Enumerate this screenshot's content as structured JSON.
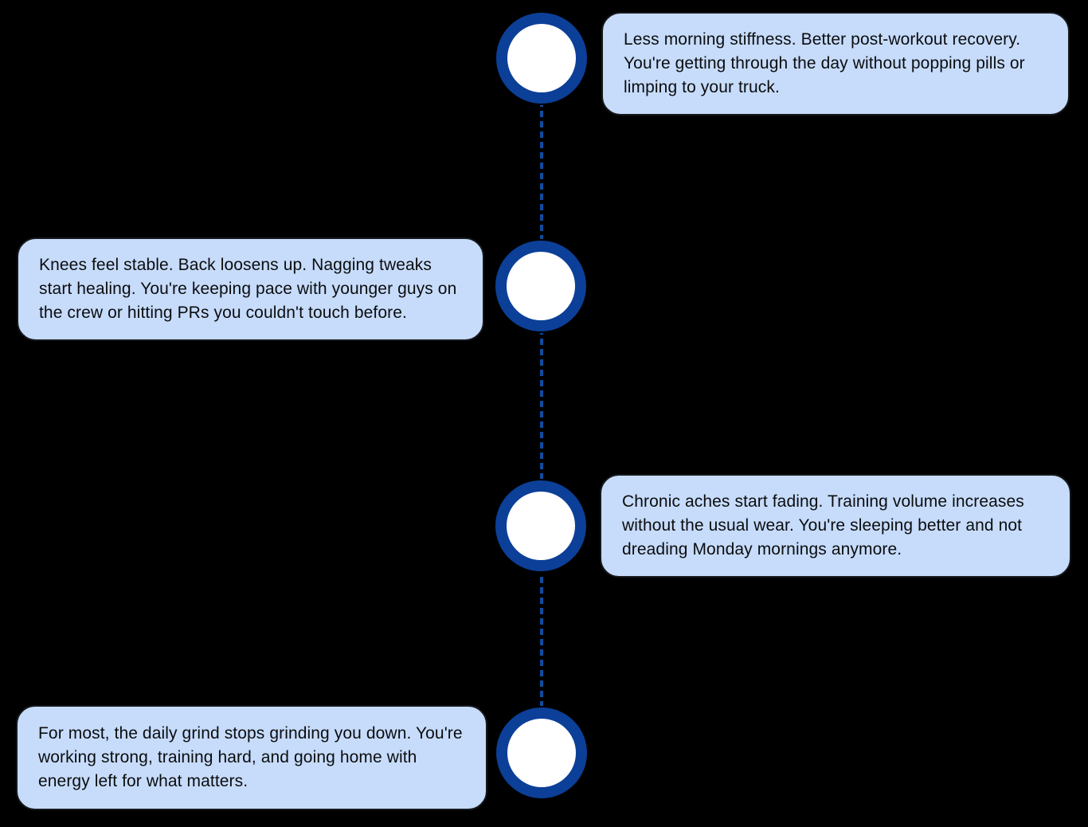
{
  "colors": {
    "background": "#000000",
    "node_ring": "#0c3f97",
    "node_fill": "#ffffff",
    "connector_dash": "#0f4c9f",
    "bubble_fill": "#c7dcfa",
    "bubble_border": "#16181c",
    "bubble_text": "#0b0d10"
  },
  "timeline": {
    "items": [
      {
        "side": "right",
        "text": "Less morning stiffness. Better post-workout recovery. You're getting through the day without popping pills or limping to your truck."
      },
      {
        "side": "left",
        "text": "Knees feel stable. Back loosens up. Nagging tweaks start healing. You're keeping pace with younger guys on the crew or hitting PRs you couldn't touch before."
      },
      {
        "side": "right",
        "text": "Chronic aches start fading. Training volume increases without the usual wear. You're sleeping better and not dreading Monday mornings anymore."
      },
      {
        "side": "left",
        "text": "For most, the daily grind stops grinding you down. You're working strong, training hard, and going home with energy left for what matters."
      }
    ]
  }
}
